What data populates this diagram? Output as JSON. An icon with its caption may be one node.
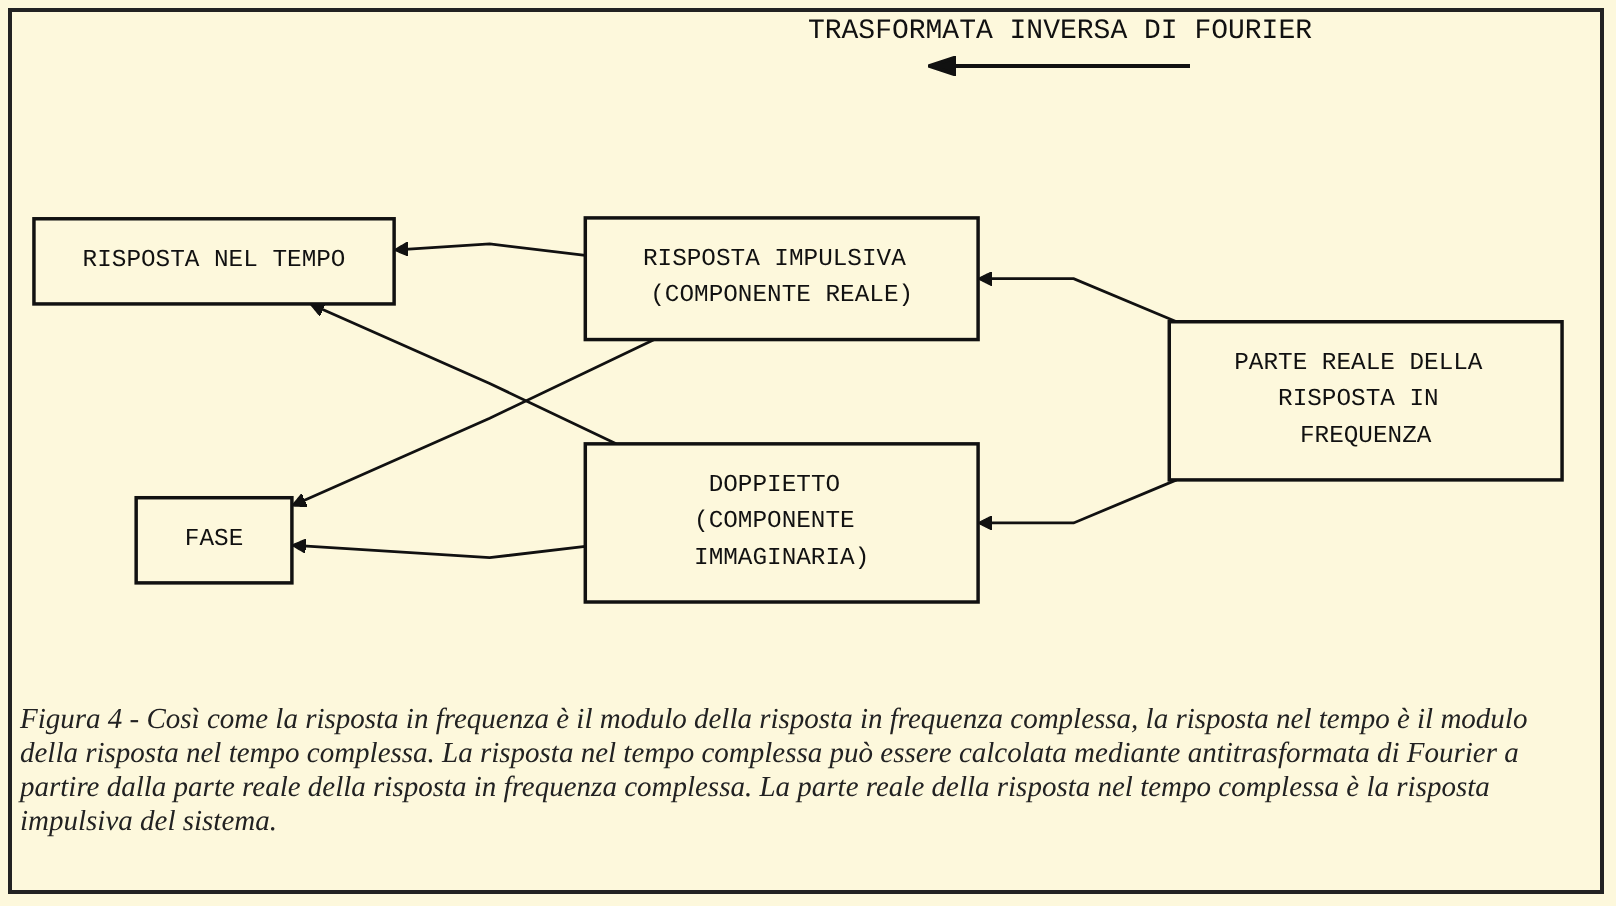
{
  "diagram": {
    "caption": "Figura 4 - Così come la risposta in frequenza è il modulo della risposta in frequenza complessa, la risposta nel tempo è il modulo della risposta nel tempo complessa. La risposta nel tempo complessa può essere calcolata mediante antitrasformata di Fourier a partire dalla parte reale della risposta in frequenza complessa. La parte reale della risposta nel tempo complessa è la risposta impulsiva del sistema.",
    "nodes": [
      {
        "text": [
          "RISPOSTA NEL TEMPO"
        ]
      },
      {
        "text": [
          "RISPOSTA IMPULSIVA (COMPONENTE REALE)"
        ]
      },
      {
        "text": [
          "PARTE REALE DELLA RISPOSTA IN FREQUENZA"
        ]
      },
      {
        "text": [
          "FASE"
        ]
      },
      {
        "text": [
          "DOPPIETTO (COMPONENTE IMMAGINARIA)"
        ]
      }
    ],
    "edges": [
      {
        "from": 2,
        "to": 1,
        "arrow": "to"
      },
      {
        "from": 2,
        "to": 4,
        "arrow": "to"
      },
      {
        "from": 1,
        "to": 0,
        "arrow": "to"
      },
      {
        "from": 1,
        "to": 3,
        "arrow": "to"
      },
      {
        "from": 4,
        "to": 0,
        "arrow": "to"
      },
      {
        "from": 4,
        "to": 3,
        "arrow": "to"
      }
    ],
    "labels": [
      "TRASFORMATA INVERSA DI FOURIER"
    ]
  }
}
